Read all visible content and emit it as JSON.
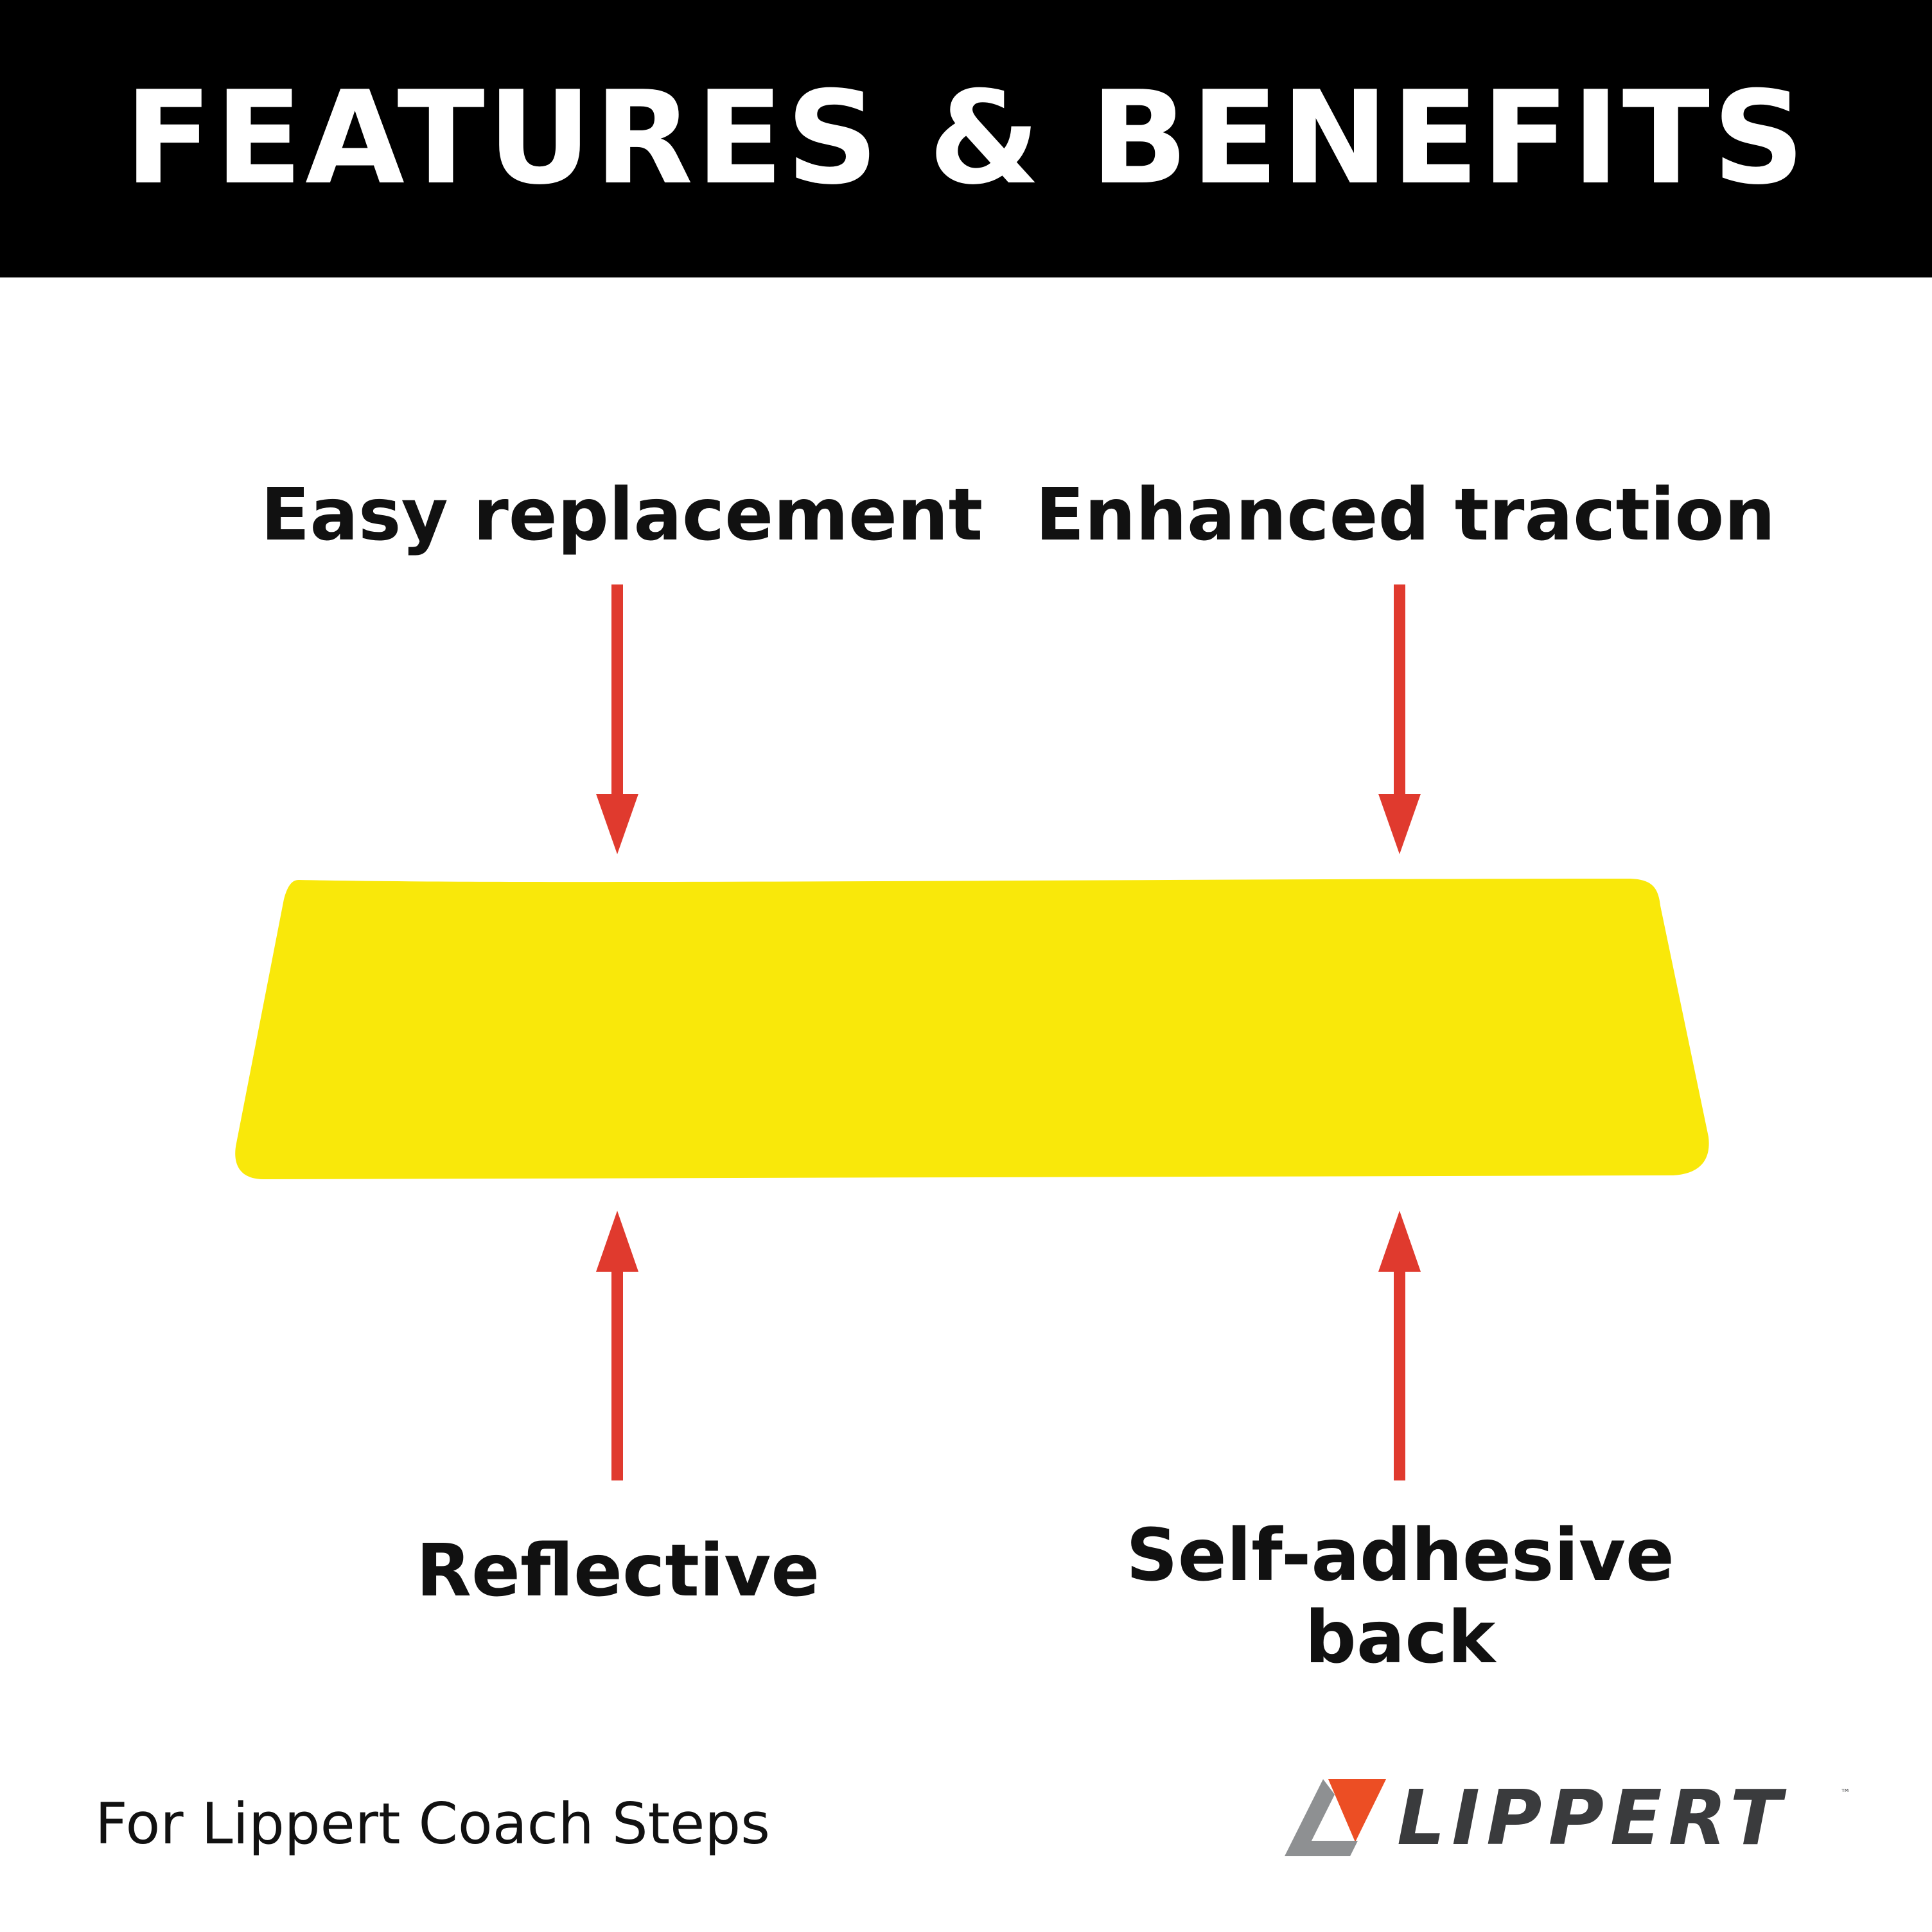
{
  "header": {
    "title": "FEATURES & BENEFITS"
  },
  "features": {
    "top_left": "Easy replacement",
    "top_right": "Enhanced traction",
    "bottom_left": "Reflective",
    "bottom_right_line1": "Self-adhesive",
    "bottom_right_line2": "back"
  },
  "footer": {
    "note": "For Lippert Coach Steps"
  },
  "brand": {
    "name": "LIPPERT",
    "tm": "™"
  },
  "colors": {
    "header_bg": "#000000",
    "arrow": "#e03a2e",
    "tread": "#f9e80a",
    "brand_orange": "#ec4e24",
    "brand_gray": "#8e9092",
    "brand_dark": "#3a3b3d"
  },
  "icons": {
    "tread": "yellow-tread-strip",
    "arrows": "red-arrow-icon",
    "logo": "lippert-logo-icon"
  }
}
